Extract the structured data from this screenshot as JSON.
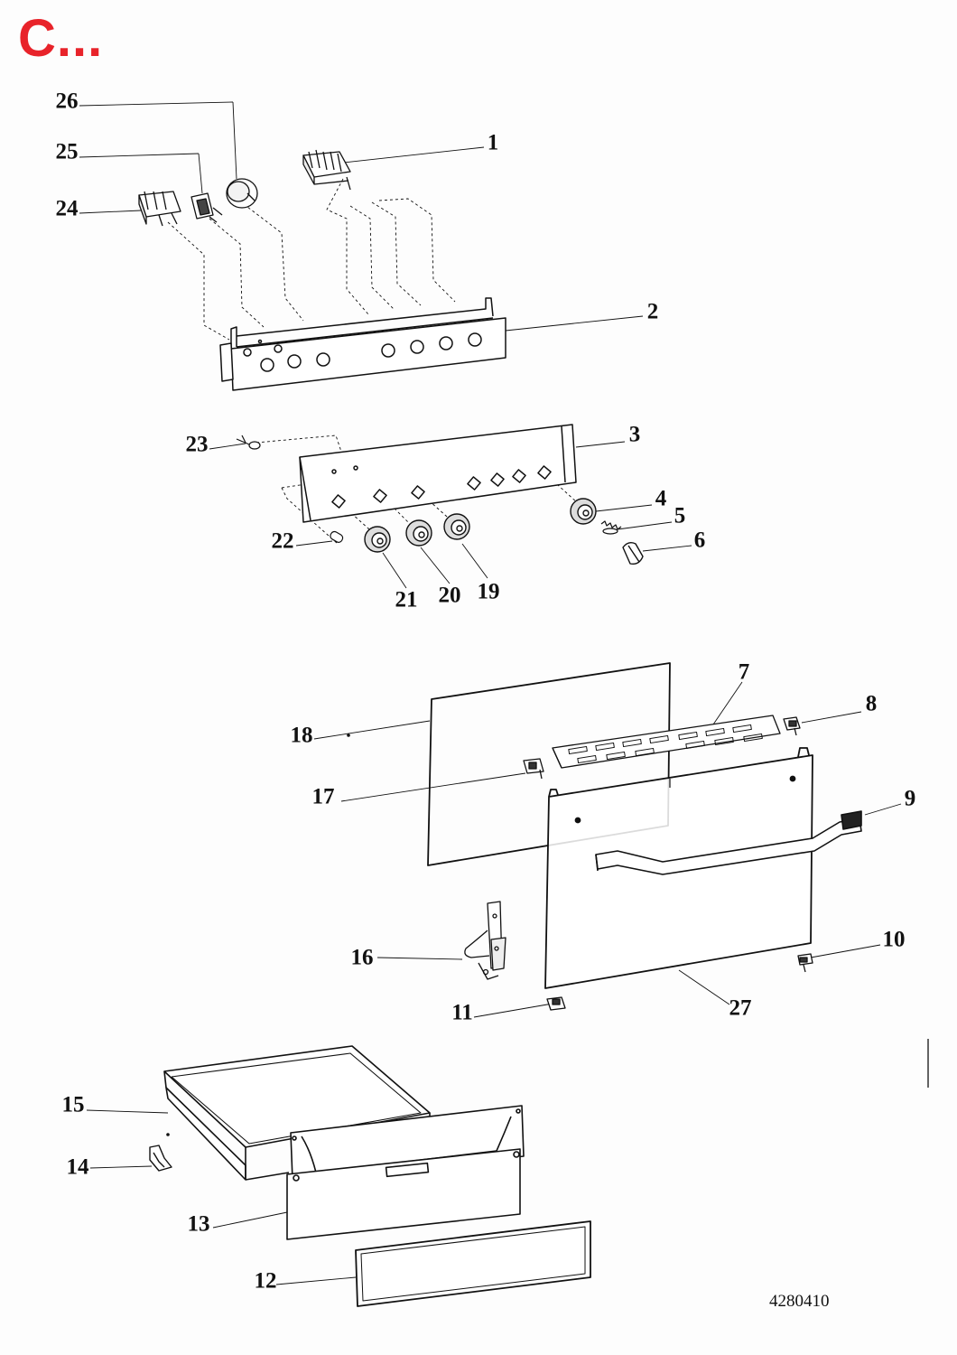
{
  "title": "C...",
  "drawing_code": "4280410",
  "colors": {
    "title": "#e8232a",
    "line": "#111111",
    "background": "#fdfdfd"
  },
  "parts": [
    {
      "id": "1"
    },
    {
      "id": "2"
    },
    {
      "id": "3"
    },
    {
      "id": "4"
    },
    {
      "id": "5"
    },
    {
      "id": "6"
    },
    {
      "id": "7"
    },
    {
      "id": "8"
    },
    {
      "id": "9"
    },
    {
      "id": "10"
    },
    {
      "id": "11"
    },
    {
      "id": "12"
    },
    {
      "id": "13"
    },
    {
      "id": "14"
    },
    {
      "id": "15"
    },
    {
      "id": "16"
    },
    {
      "id": "17"
    },
    {
      "id": "18"
    },
    {
      "id": "19"
    },
    {
      "id": "20"
    },
    {
      "id": "21"
    },
    {
      "id": "22"
    },
    {
      "id": "23"
    },
    {
      "id": "24"
    },
    {
      "id": "25"
    },
    {
      "id": "26"
    },
    {
      "id": "27"
    }
  ]
}
